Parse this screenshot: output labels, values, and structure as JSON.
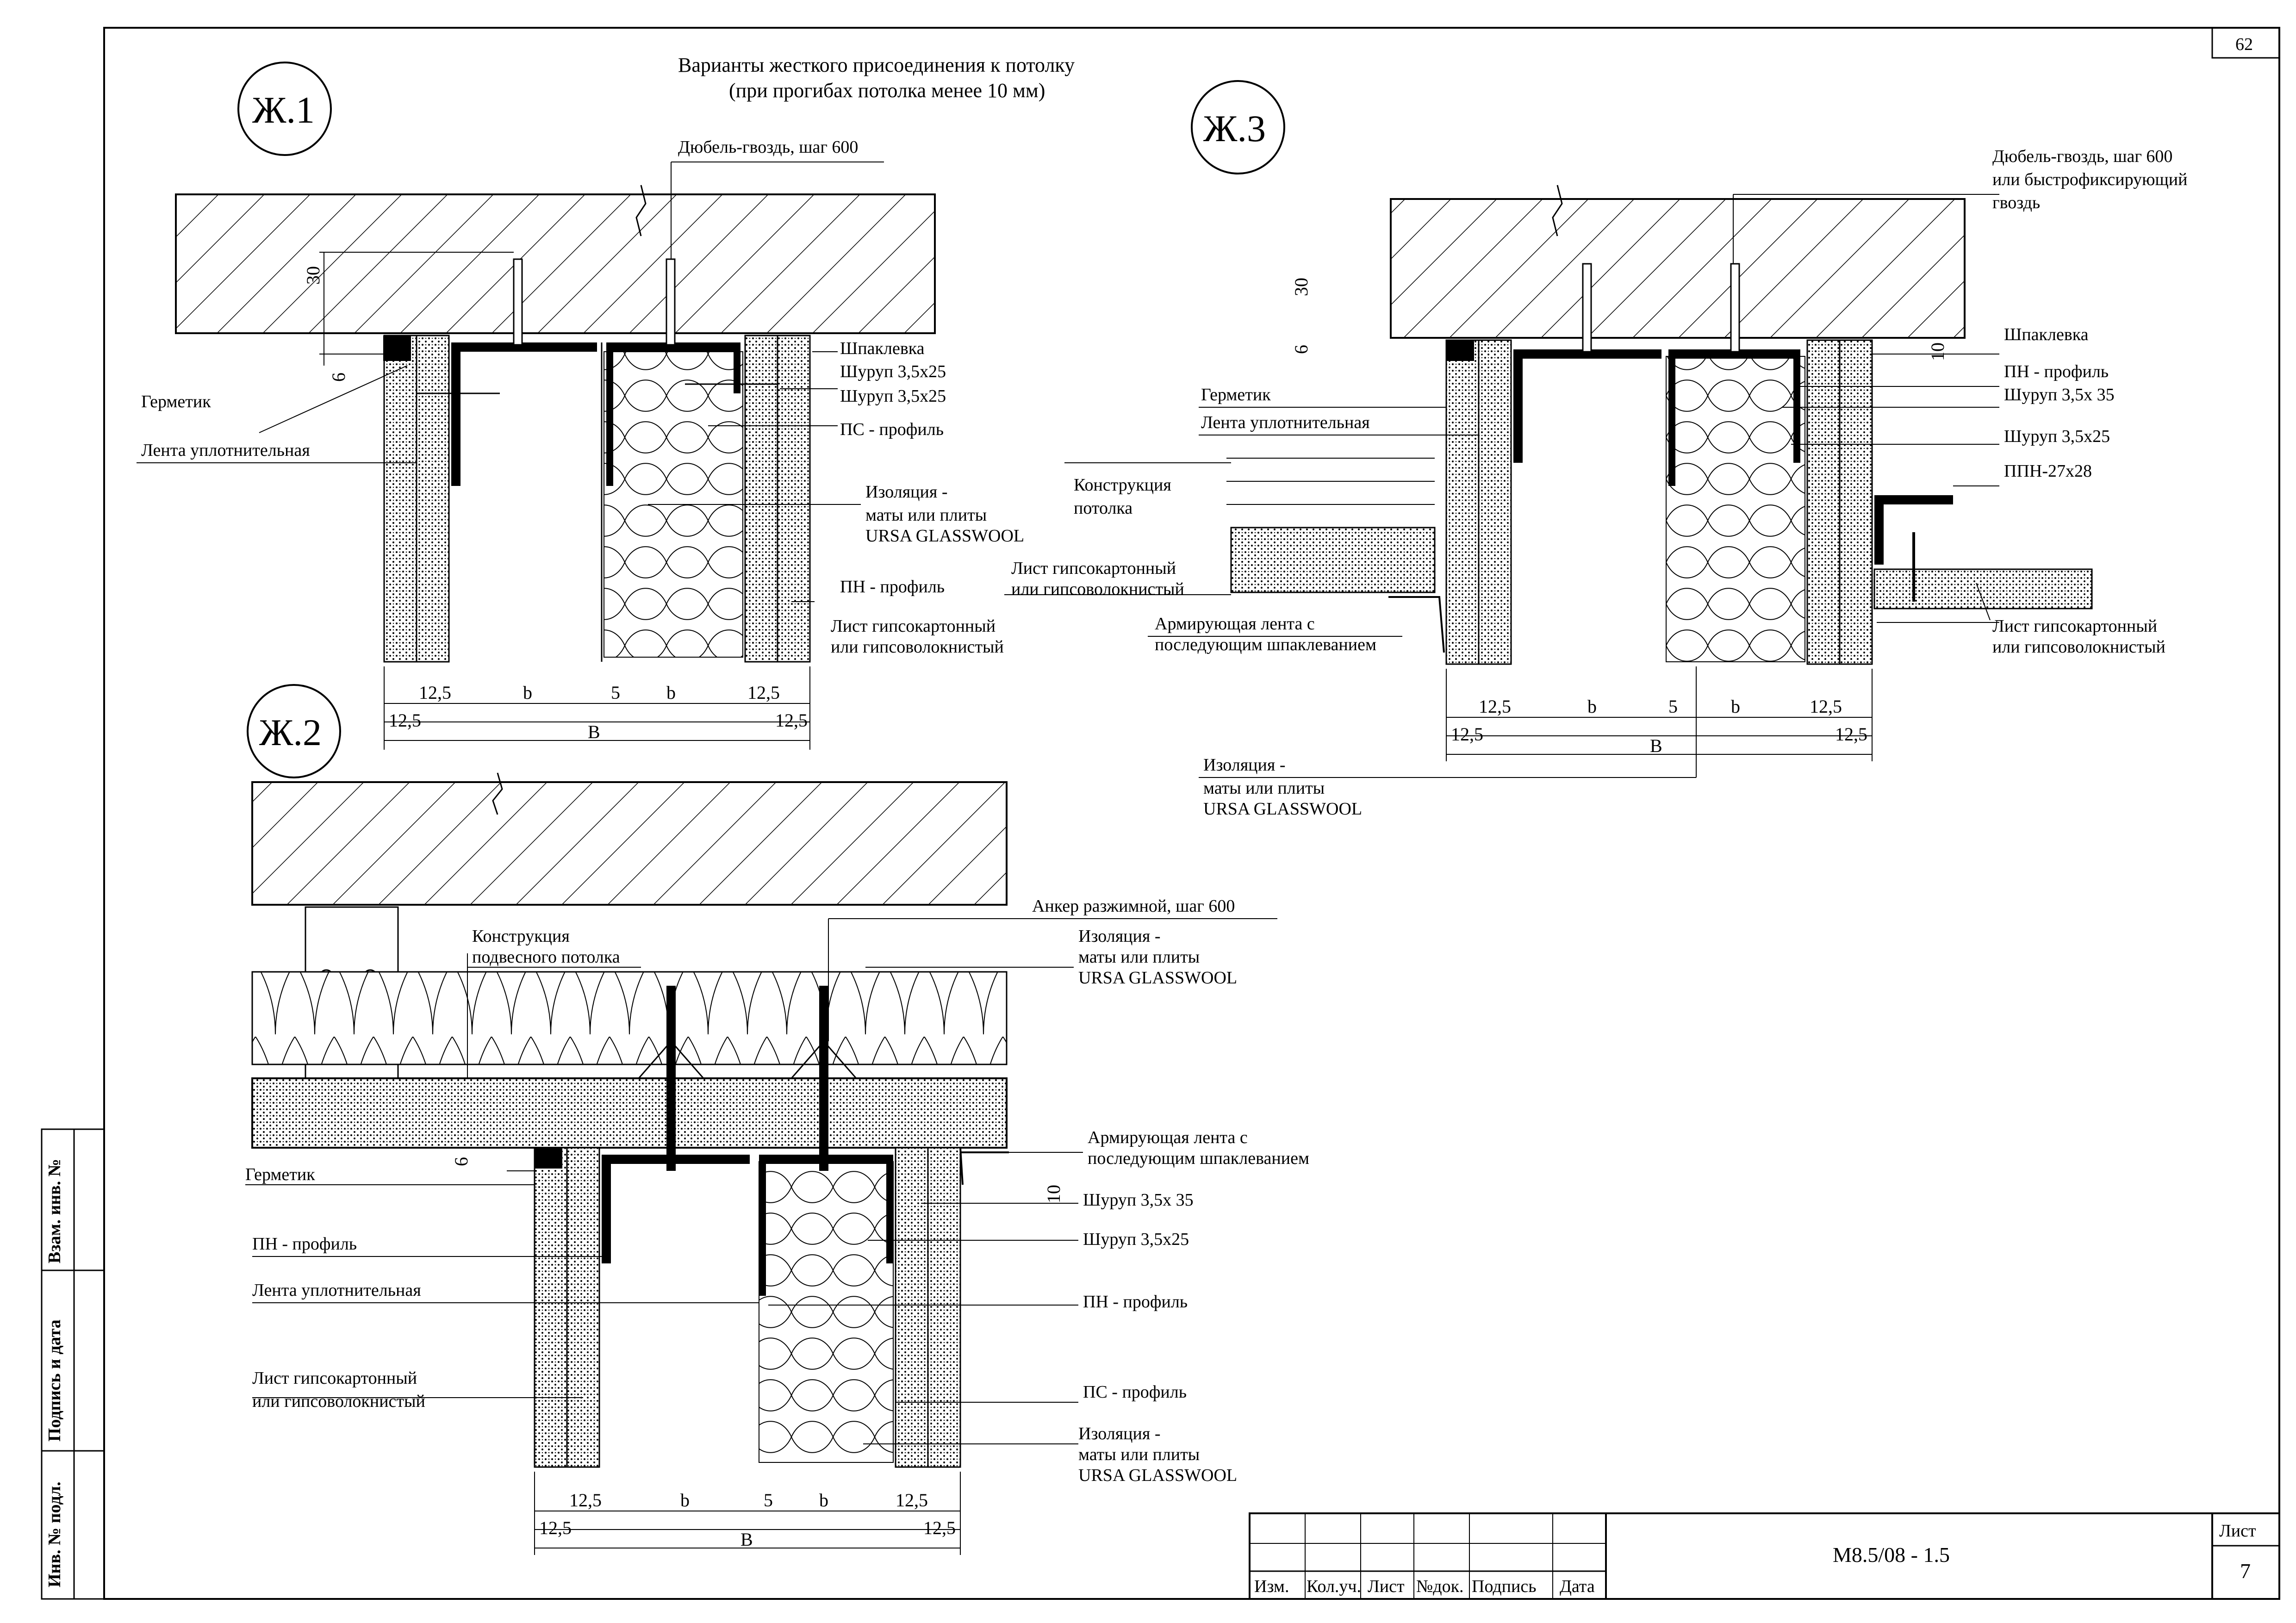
{
  "sheet_corner_number": "62",
  "title": {
    "line1": "Варианты жесткого присоединения к потолку",
    "line2": "(при прогибах потолка менее 10 мм)"
  },
  "details": {
    "zh1": {
      "mark": "Ж.1",
      "labels": {
        "dowel": "Дюбель-гвоздь, шаг 600",
        "putty": "Шпаклевка",
        "screw_a": "Шуруп 3,5х25",
        "screw_b": "Шуруп 3,5х25",
        "ps_profile": "ПС - профиль",
        "insulation_1": "Изоляция -",
        "insulation_2": "маты или плиты",
        "insulation_3": "URSA GLASSWOOL",
        "pn_profile": "ПН - профиль",
        "board_1": "Лист гипсокартонный",
        "board_2": "или гипсоволокнистый",
        "sealant": "Герметик",
        "tape": "Лента уплотнительная"
      },
      "dims": {
        "d30": "30",
        "d6": "6",
        "d12a": "12,5",
        "b1": "b",
        "d5": "5",
        "b2": "b",
        "d12b": "12,5",
        "d12c": "12,5",
        "d12d": "12,5",
        "B": "В"
      }
    },
    "zh2": {
      "mark": "Ж.2",
      "labels": {
        "anchor": "Анкер разжимной, шаг 600",
        "insulation_top_1": "Изоляция -",
        "insulation_top_2": "маты или плиты",
        "insulation_top_3": "URSA GLASSWOOL",
        "suspended_1": "Конструкция",
        "suspended_2": "подвесного потолка",
        "tape_arm_1": "Армирующая лента с",
        "tape_arm_2": "последующим шпаклеванием",
        "sealant": "Герметик",
        "screw_a": "Шуруп 3,5х 35",
        "screw_b": "Шуруп 3,5х25",
        "pn_profile_left": "ПН - профиль",
        "tape": "Лента уплотнительная",
        "pn_profile_right": "ПН - профиль",
        "board_1": "Лист гипсокартонный",
        "board_2": "или гипсоволокнистый",
        "ps_profile": "ПС - профиль",
        "insulation_1": "Изоляция -",
        "insulation_2": "маты или плиты",
        "insulation_3": "URSA GLASSWOOL"
      },
      "dims": {
        "d6": "6",
        "d10": "10",
        "d12a": "12,5",
        "b1": "b",
        "d5": "5",
        "b2": "b",
        "d12b": "12,5",
        "d12c": "12,5",
        "d12d": "12,5",
        "B": "В"
      }
    },
    "zh3": {
      "mark": "Ж.3",
      "labels": {
        "dowel_1": "Дюбель-гвоздь, шаг 600",
        "dowel_2": "или быстрофиксирующий",
        "dowel_3": "гвоздь",
        "putty": "Шпаклевка",
        "pn_profile": "ПН - профиль",
        "screw_a": "Шуруп 3,5х 35",
        "screw_b": "Шуруп 3,5х25",
        "ppn": "ППН-27х28",
        "sealant": "Герметик",
        "tape": "Лента уплотнительная",
        "ceiling_1": "Конструкция",
        "ceiling_2": "потолка",
        "board_left_1": "Лист гипсокартонный",
        "board_left_2": "или гипсоволокнистый",
        "tape_arm_1": "Армирующая лента с",
        "tape_arm_2": "последующим шпаклеванием",
        "board_right_1": "Лист гипсокартонный",
        "board_right_2": "или гипсоволокнистый",
        "insulation_1": "Изоляция -",
        "insulation_2": "маты или плиты",
        "insulation_3": "URSA GLASSWOOL"
      },
      "dims": {
        "d30": "30",
        "d6": "6",
        "d10": "10",
        "d12a": "12,5",
        "b1": "b",
        "d5": "5",
        "b2": "b",
        "d12b": "12,5",
        "d12c": "12,5",
        "d12d": "12,5",
        "B": "В"
      }
    }
  },
  "side_stamp": {
    "vzam": "Взам. инв. №",
    "podpis": "Подпись и дата",
    "inv": "Инв. № подл."
  },
  "title_block": {
    "cols": [
      "Изм.",
      "Кол.уч.",
      "Лист",
      "№док.",
      "Подпись",
      "Дата"
    ],
    "code": "М8.5/08 - 1.5",
    "sheet_label": "Лист",
    "sheet_number": "7"
  }
}
